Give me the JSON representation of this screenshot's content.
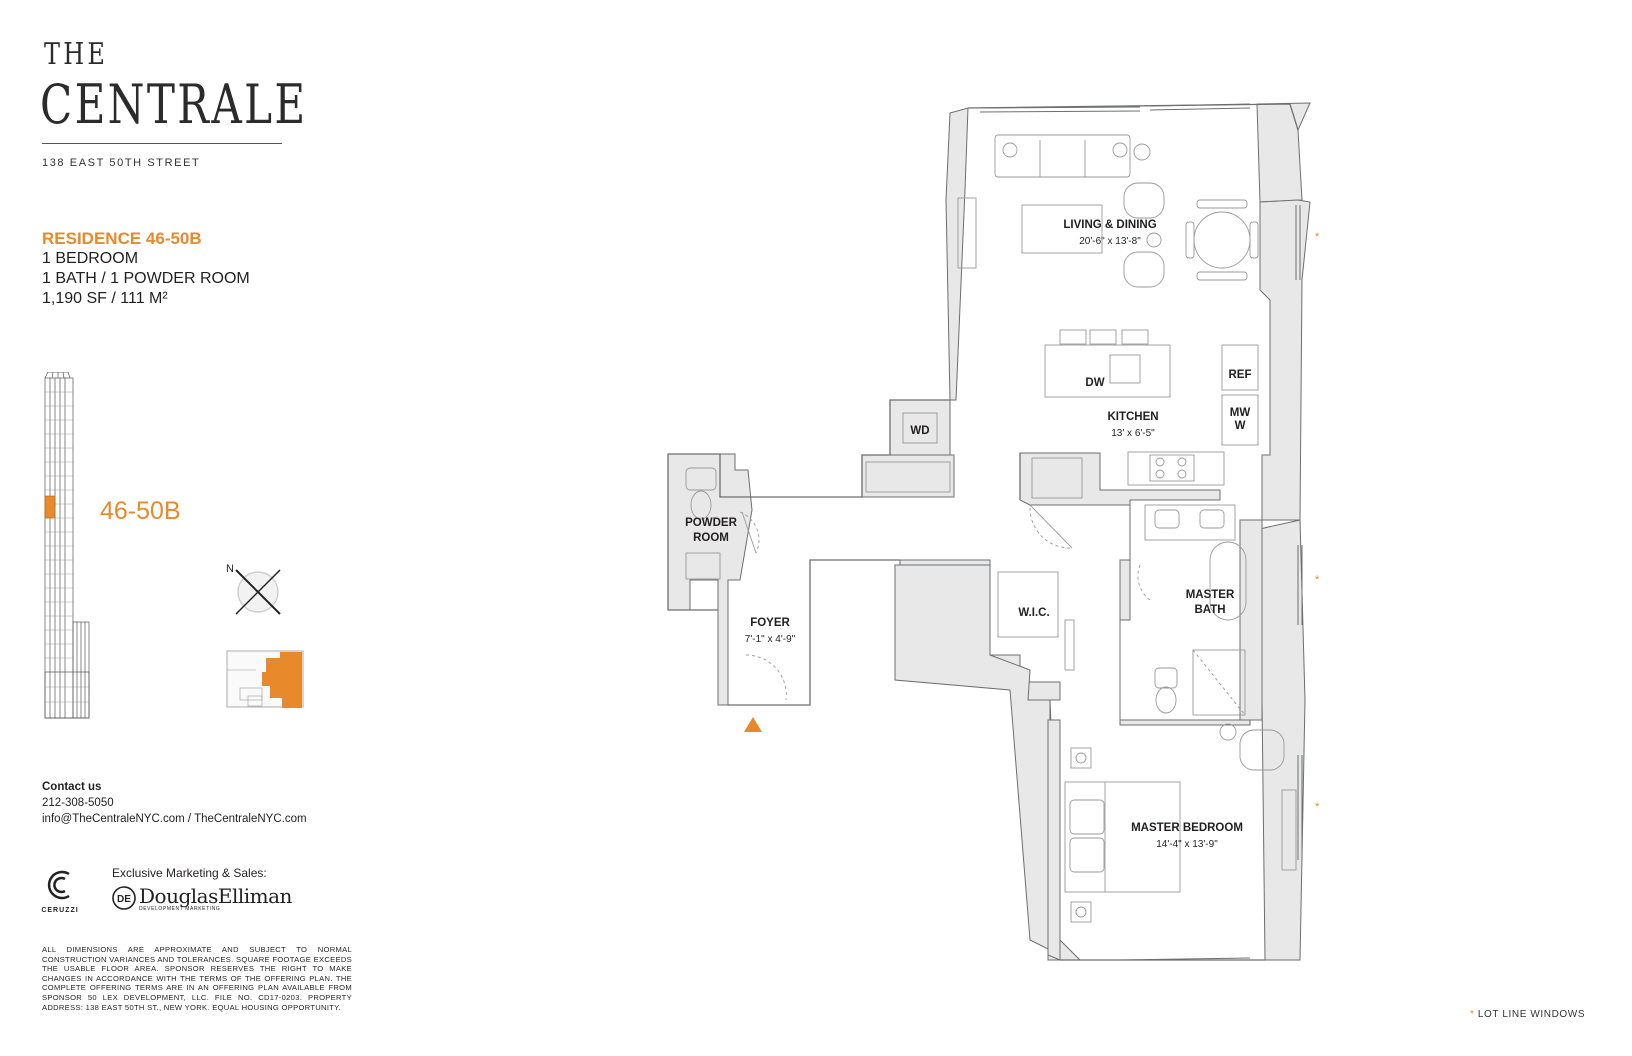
{
  "brand": {
    "the": "THE",
    "name": "CENTRALE",
    "address": "138 EAST 50TH STREET"
  },
  "residence": {
    "title": "RESIDENCE 46-50B",
    "bedrooms": "1 BEDROOM",
    "baths": "1 BATH / 1 POWDER ROOM",
    "area": "1,190 SF / 111 M²",
    "unit_label": "46-50B"
  },
  "compass": {
    "north": "N"
  },
  "contact": {
    "heading": "Contact us",
    "phone": "212-308-5050",
    "web": "info@TheCentraleNYC.com / TheCentraleNYC.com"
  },
  "marketing": {
    "label": "Exclusive Marketing & Sales:",
    "developer_logo": "CERUZZI",
    "broker_logo": "DouglasElliman",
    "broker_sub": "DEVELOPMENT MARKETING"
  },
  "disclaimer": "ALL DIMENSIONS ARE APPROXIMATE AND SUBJECT TO NORMAL CONSTRUCTION VARIANCES AND TOLERANCES. SQUARE FOOTAGE EXCEEDS THE USABLE FLOOR AREA. SPONSOR RESERVES THE RIGHT TO MAKE CHANGES IN ACCORDANCE WITH THE TERMS OF THE OFFERING PLAN. THE COMPLETE OFFERING TERMS ARE IN AN OFFERING PLAN AVAILABLE FROM SPONSOR 50 LEX DEVELOPMENT, LLC. FILE NO. CD17-0203. PROPERTY ADDRESS: 138 EAST 50TH ST., NEW YORK. EQUAL HOUSING OPPORTUNITY.",
  "legend": {
    "marker": "*",
    "label": "LOT LINE WINDOWS"
  },
  "rooms": {
    "living_dining": {
      "name": "LIVING & DINING",
      "dims": "20'-6\" x 13'-8\""
    },
    "kitchen": {
      "name": "KITCHEN",
      "dims": "13' x 6'-5\""
    },
    "powder_room_1": "POWDER",
    "powder_room_2": "ROOM",
    "foyer": {
      "name": "FOYER",
      "dims": "7'-1\" x 4'-9\""
    },
    "wic": "W.I.C.",
    "master_bath_1": "MASTER",
    "master_bath_2": "BATH",
    "master_bedroom": {
      "name": "MASTER BEDROOM",
      "dims": "14'-4\" x 13'-9\""
    },
    "wd": "WD",
    "dw": "DW",
    "ref": "REF",
    "mw_1": "MW",
    "mw_2": "W"
  },
  "colors": {
    "accent": "#e8892b",
    "wall": "#e8e8e8",
    "line": "#6d6e71"
  }
}
